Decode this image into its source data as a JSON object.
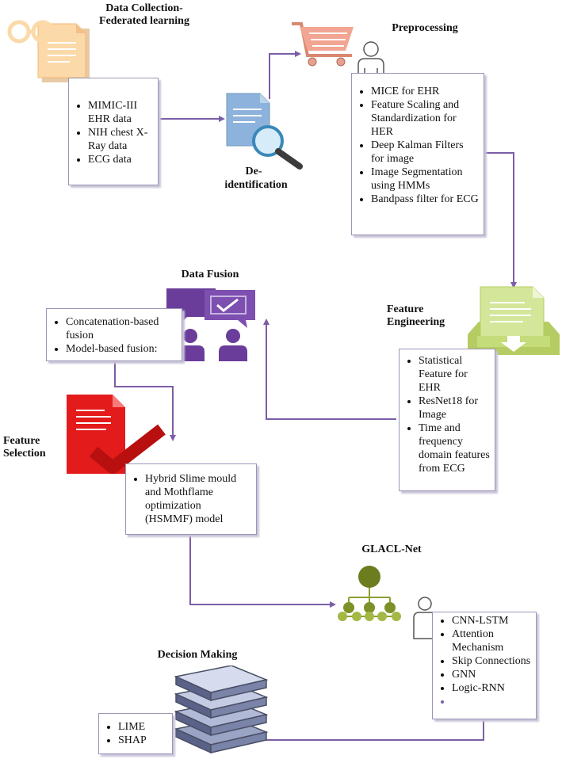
{
  "stages": {
    "data_collection": {
      "title_line1": "Data Collection-",
      "title_line2": "Federated learning",
      "items": [
        "MIMIC-III EHR data",
        "NIH chest X-Ray data",
        "ECG data"
      ]
    },
    "deidentification": {
      "title_line1": "De-",
      "title_line2": "identification"
    },
    "preprocessing": {
      "title": "Preprocessing",
      "items": [
        "MICE for EHR",
        "Feature Scaling and Standardization for HER",
        "Deep Kalman Filters for image",
        "Image Segmentation using HMMs",
        "Bandpass filter for ECG"
      ]
    },
    "feature_engineering": {
      "title_line1": "Feature",
      "title_line2": "Engineering",
      "items": [
        "Statistical Feature for EHR",
        "ResNet18 for Image",
        "Time and frequency domain features from ECG"
      ]
    },
    "data_fusion": {
      "title": "Data Fusion",
      "items": [
        "Concatenation-based fusion",
        "Model-based fusion:"
      ]
    },
    "feature_selection": {
      "title_line1": "Feature",
      "title_line2": "Selection",
      "items": [
        "Hybrid Slime mould and Mothflame optimization (HSMMF) model"
      ]
    },
    "glacl_net": {
      "title": "GLACL-Net",
      "items": [
        "CNN-LSTM",
        "Attention Mechanism",
        "Skip Connections",
        "GNN",
        "Logic-RNN",
        ""
      ]
    },
    "decision_making": {
      "title": "Decision Making",
      "items": [
        "LIME",
        "SHAP"
      ]
    }
  },
  "colors": {
    "connector": "#7b5ea7",
    "box_border": "#9c95b8",
    "fusion_icon": "#6a3d9a",
    "selection_icon": "#e31b1b",
    "fe_icon": "#c5dc7a",
    "glacl_icon": "#6b7d1f"
  }
}
